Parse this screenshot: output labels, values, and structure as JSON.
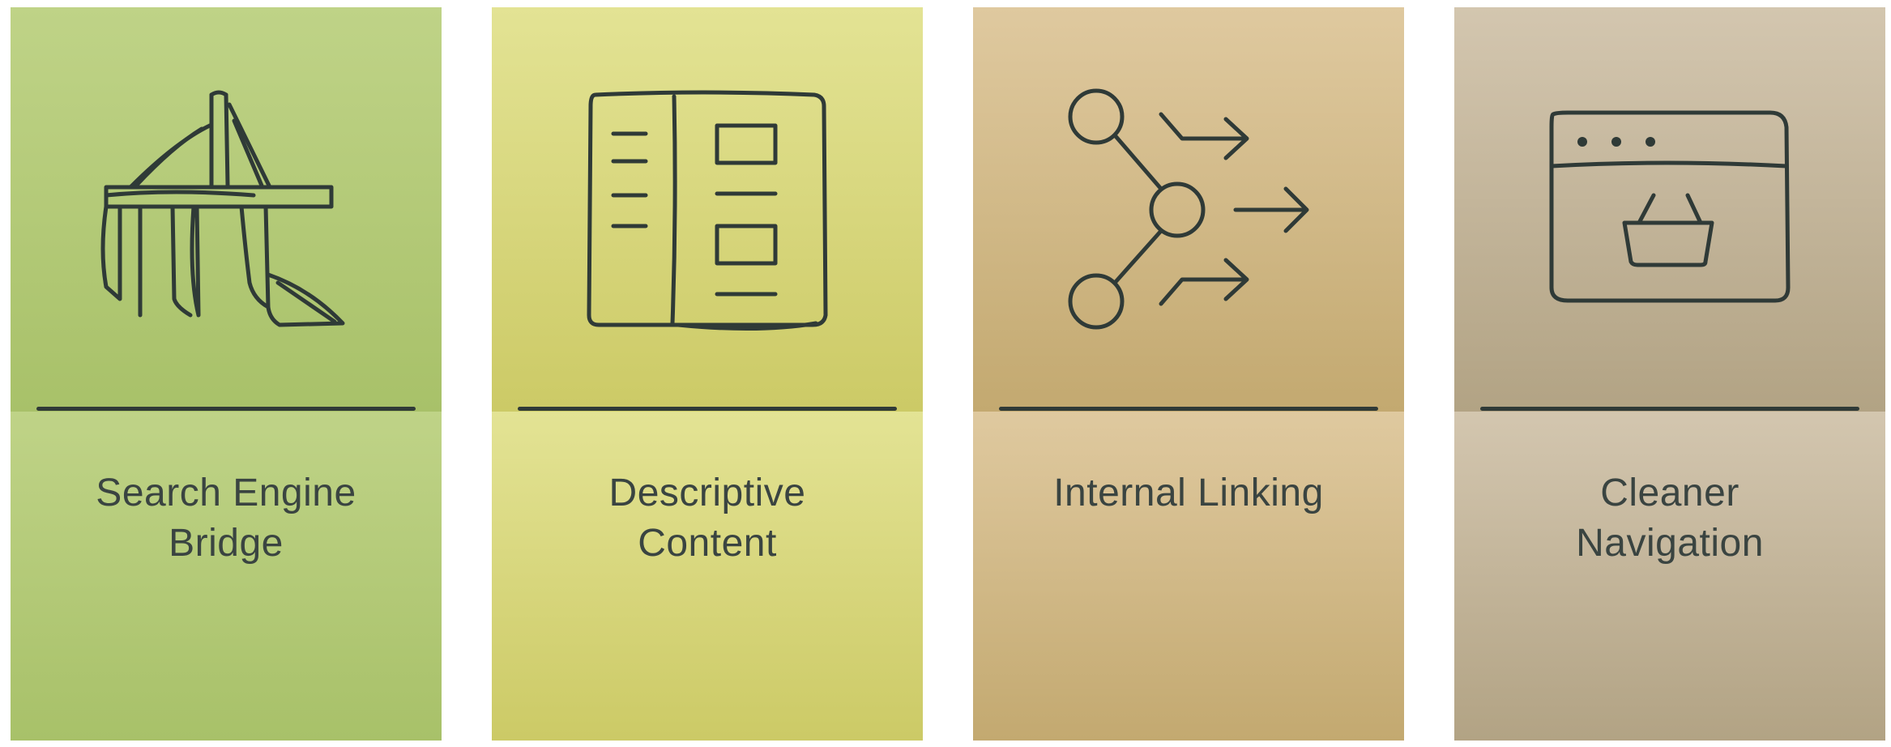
{
  "cards": [
    {
      "title": "Search Engine Bridge",
      "icon": "bridge-icon",
      "color_top": "#bfd387",
      "color_bottom": "#a8c169"
    },
    {
      "title": "Descriptive Content",
      "icon": "document-layout-icon",
      "color_top": "#e3e394",
      "color_bottom": "#ccca66"
    },
    {
      "title": "Internal Linking",
      "icon": "network-arrows-icon",
      "color_top": "#dfc99f",
      "color_bottom": "#c3a970"
    },
    {
      "title": "Cleaner Navigation",
      "icon": "browser-basket-icon",
      "color_top": "#d3c6af",
      "color_bottom": "#b2a384"
    }
  ],
  "stroke_color": "#2f3a37",
  "text_color": "#3a4441"
}
